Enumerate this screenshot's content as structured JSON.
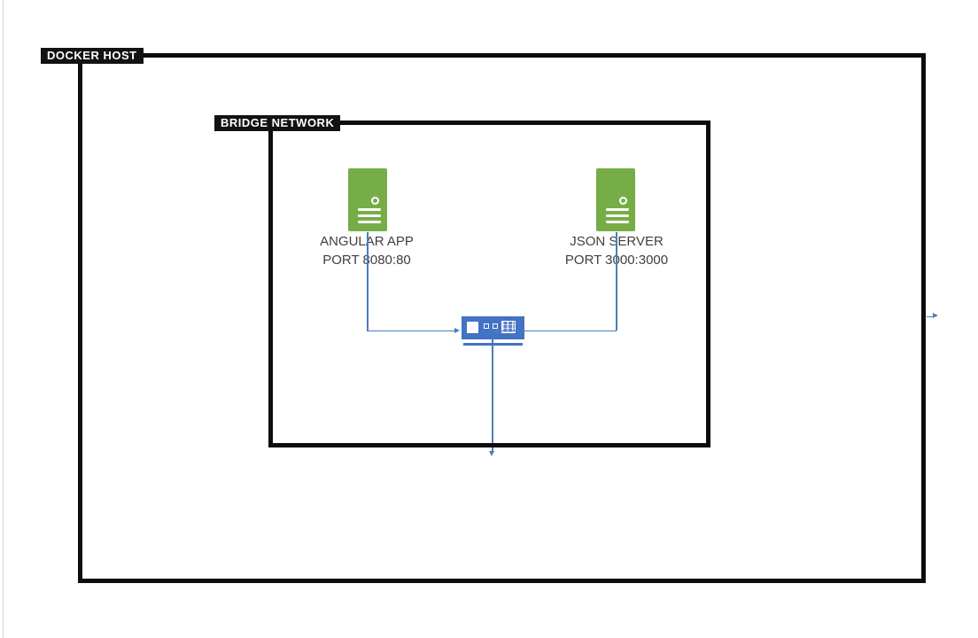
{
  "diagram": {
    "type": "docker-network-architecture",
    "docker_host": {
      "label": "DOCKER HOST"
    },
    "bridge_network": {
      "label": "BRIDGE NETWORK"
    },
    "nodes": {
      "angular_app": {
        "name": "ANGULAR APP",
        "port": "PORT 8080:80"
      },
      "json_server": {
        "name": "JSON SERVER",
        "port": "PORT 3000:3000"
      }
    },
    "icons": {
      "angular_app": "server-icon",
      "json_server": "server-icon",
      "bridge": "network-switch-icon",
      "connector_ends": "arrowhead-icon"
    },
    "colors": {
      "server_green": "#76AD47",
      "switch_blue": "#4472C4",
      "connector_blue": "#4A7EBB",
      "container_border": "#0D0D0D",
      "label_background": "#121212",
      "label_text": "#FFFFFF",
      "node_text": "#404040",
      "page_edge": "#D4D4D4"
    }
  }
}
